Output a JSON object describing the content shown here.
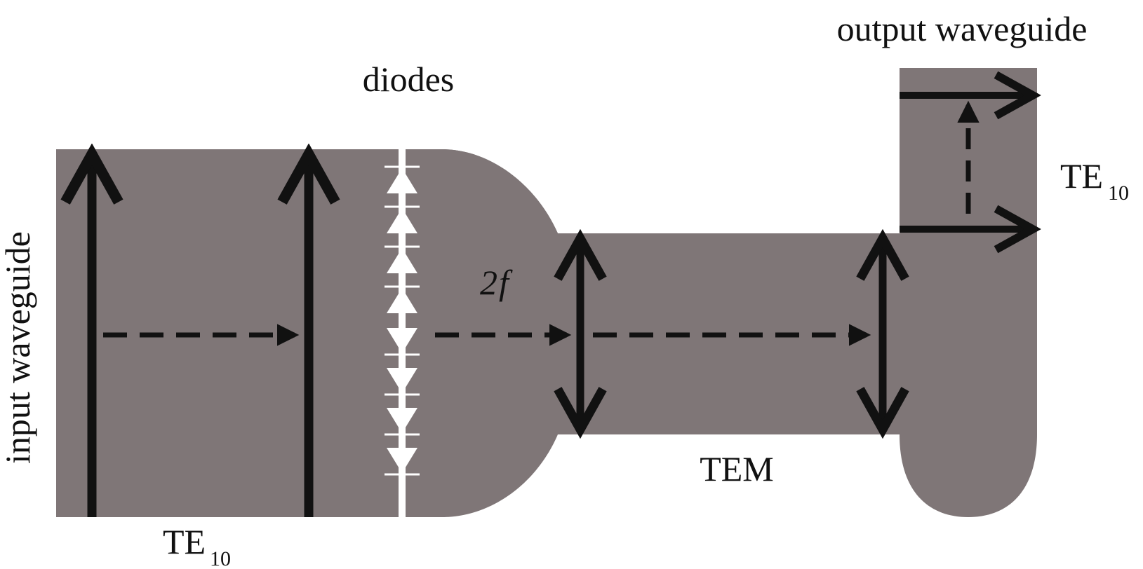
{
  "labels": {
    "input_waveguide": "input waveguide",
    "diodes": "diodes",
    "output_waveguide": "output waveguide",
    "te_bottom": "TE",
    "te_bottom_sub": "10",
    "te_right": "TE",
    "te_right_sub": "10",
    "tem": "TEM",
    "harmonic": "2",
    "harmonic_var": "f"
  },
  "colors": {
    "waveguide_fill": "#7f7677",
    "arrow": "#111111",
    "diode": "#ffffff",
    "background": "#ffffff"
  },
  "diodes": {
    "count": 8,
    "upper_group_direction": "up",
    "lower_group_direction": "down"
  }
}
